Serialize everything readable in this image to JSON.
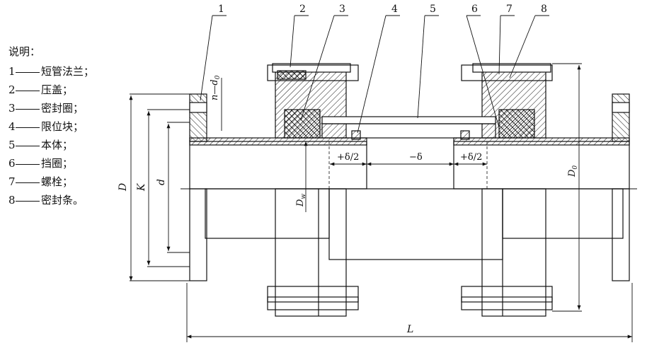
{
  "legend": {
    "title": "说明：",
    "items": [
      {
        "num": "1",
        "text": "短管法兰；"
      },
      {
        "num": "2",
        "text": "压盖；"
      },
      {
        "num": "3",
        "text": "密封圈；"
      },
      {
        "num": "4",
        "text": "限位块；"
      },
      {
        "num": "5",
        "text": "本体；"
      },
      {
        "num": "6",
        "text": "挡圈；"
      },
      {
        "num": "7",
        "text": "螺栓；"
      },
      {
        "num": "8",
        "text": "密封条。"
      }
    ]
  },
  "callouts": [
    "1",
    "2",
    "3",
    "4",
    "5",
    "6",
    "7",
    "8"
  ],
  "dims": {
    "D": "D",
    "K": "K",
    "d": "d",
    "n_d0": "n—d",
    "n_d0_sub": "0",
    "Dw": "D",
    "Dw_sub": "w",
    "D0": "D",
    "D0_sub": "0",
    "L": "L",
    "plus_delta_half_left": "+δ/2",
    "minus_delta": "−δ",
    "plus_delta_half_right": "+δ/2"
  }
}
